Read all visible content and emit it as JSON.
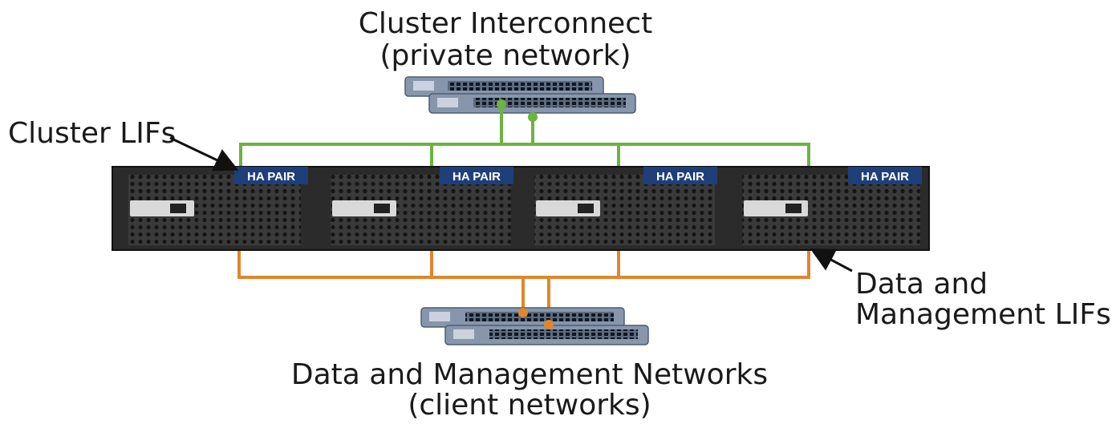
{
  "labels": {
    "cluster_interconnect_title": "Cluster Interconnect",
    "cluster_interconnect_subtitle": "(private network)",
    "cluster_lifs": "Cluster LIFs",
    "data_mgmt_lifs_line1": "Data and",
    "data_mgmt_lifs_line2": "Management LIFs",
    "data_mgmt_networks_title": "Data and Management Networks",
    "data_mgmt_networks_subtitle": "(client networks)"
  },
  "nodes": [
    {
      "badge": "HA PAIR"
    },
    {
      "badge": "HA PAIR"
    },
    {
      "badge": "HA PAIR"
    },
    {
      "badge": "HA PAIR"
    }
  ],
  "colors": {
    "cluster_network": "#6db33f",
    "data_network": "#e0862e",
    "chassis": "#2b2b2b",
    "badge": "#1f3f7a"
  }
}
